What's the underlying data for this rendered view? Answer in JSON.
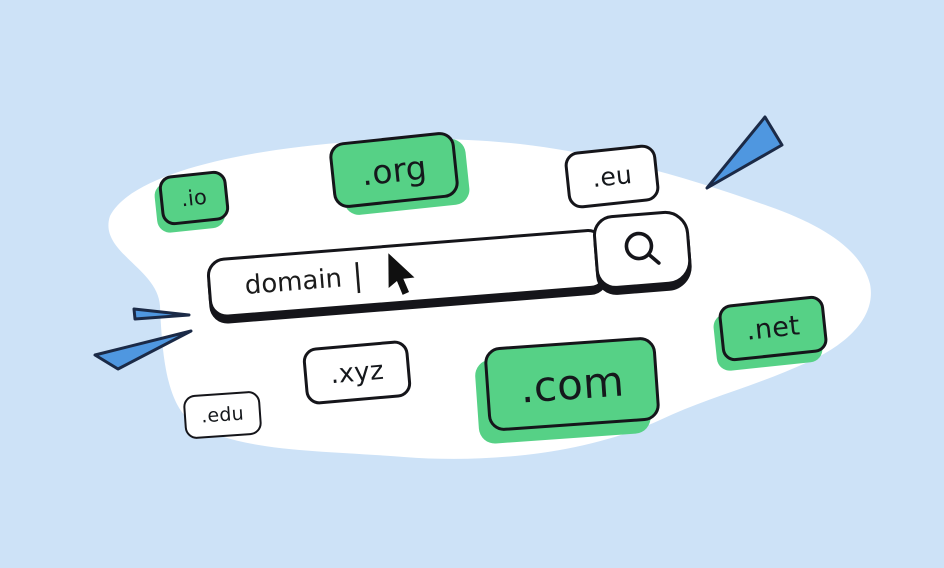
{
  "illustration": {
    "name": "domain-name-search",
    "colors": {
      "background": "#cde2f7",
      "blob": "#ffffff",
      "badge_green": "#56d186",
      "accent_blue": "#4f97e0",
      "accent_blue_outline": "#1b2a47",
      "outline": "#15151a",
      "text": "#1b1b1b"
    }
  },
  "search_bar": {
    "value": "domain",
    "caret": "|",
    "magnifier_icon": "magnifier-icon",
    "mouse_cursor_icon": "mouse-cursor-icon"
  },
  "tld_badges": [
    {
      "label": ".io",
      "style": "green"
    },
    {
      "label": ".org",
      "style": "green"
    },
    {
      "label": ".eu",
      "style": "white"
    },
    {
      "label": ".xyz",
      "style": "white"
    },
    {
      "label": ".edu",
      "style": "white"
    },
    {
      "label": ".com",
      "style": "green"
    },
    {
      "label": ".net",
      "style": "green"
    }
  ]
}
